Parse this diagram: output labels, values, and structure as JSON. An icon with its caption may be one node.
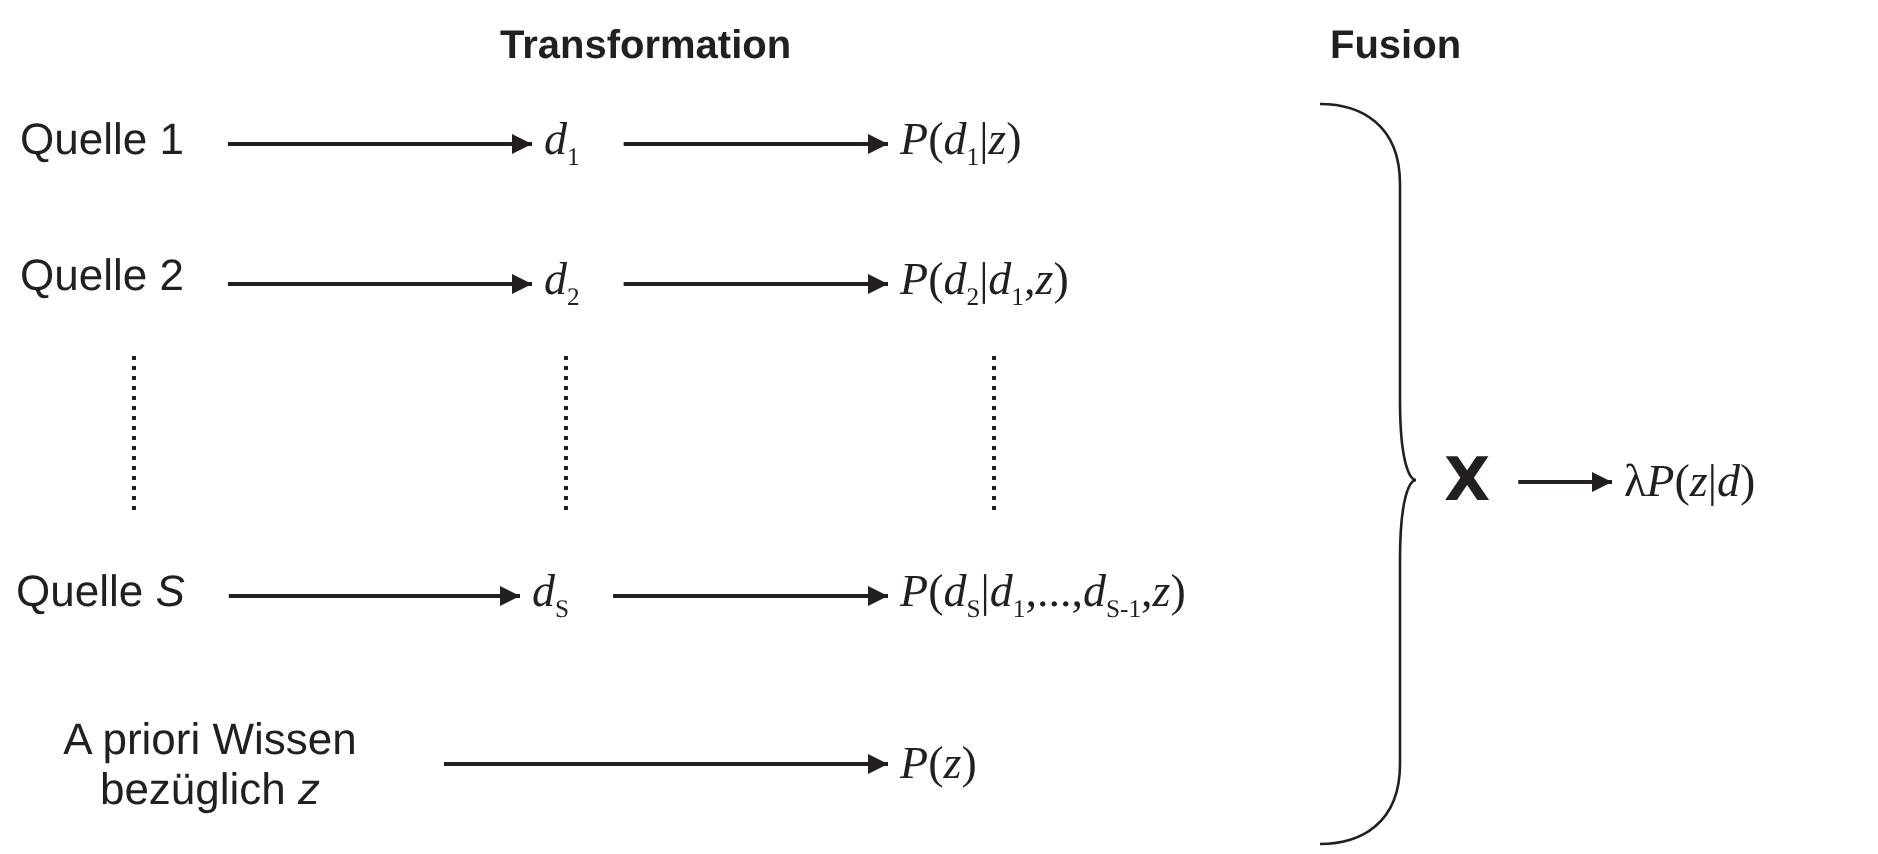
{
  "diagram": {
    "nodes": [
      {
        "text": [
          "Quelle 1"
        ]
      },
      {
        "text": [
          "*d*$_{1}$"
        ]
      },
      {
        "text": [
          "*P*(*d*$_{1}$|*z*)"
        ]
      },
      {
        "text": [
          "Quelle 2"
        ]
      },
      {
        "text": [
          "*d*$_{2}$"
        ]
      },
      {
        "text": [
          "*P*(*d*$_{2}$|*d*$_{1}$,*z*)"
        ]
      },
      {
        "text": [
          "Quelle *S*"
        ]
      },
      {
        "text": [
          "*d*$_{S}$"
        ]
      },
      {
        "text": [
          "*P*(*d*$_{S}$|*d*$_{1}$,...,*d*$_{S-1}$,*z*)"
        ]
      },
      {
        "text": [
          "A priori Wissen bezüglich *z*"
        ]
      },
      {
        "text": [
          "*P*(*z*)"
        ]
      },
      {
        "text": [
          "X"
        ]
      },
      {
        "text": [
          "λ",
          "*P*(*z*|*d*)"
        ]
      }
    ],
    "edges": [
      {
        "from": 0,
        "to": 1,
        "arrow": "to"
      },
      {
        "from": 1,
        "to": 2,
        "arrow": "to"
      },
      {
        "from": 3,
        "to": 4,
        "arrow": "to"
      },
      {
        "from": 4,
        "to": 5,
        "arrow": "to"
      },
      {
        "from": 6,
        "to": 7,
        "arrow": "to"
      },
      {
        "from": 7,
        "to": 8,
        "arrow": "to"
      },
      {
        "from": 9,
        "to": 10,
        "arrow": "to"
      },
      {
        "from": 11,
        "to": 12,
        "arrow": "to"
      }
    ],
    "labels": [
      "Transformation",
      "Fusion"
    ]
  }
}
